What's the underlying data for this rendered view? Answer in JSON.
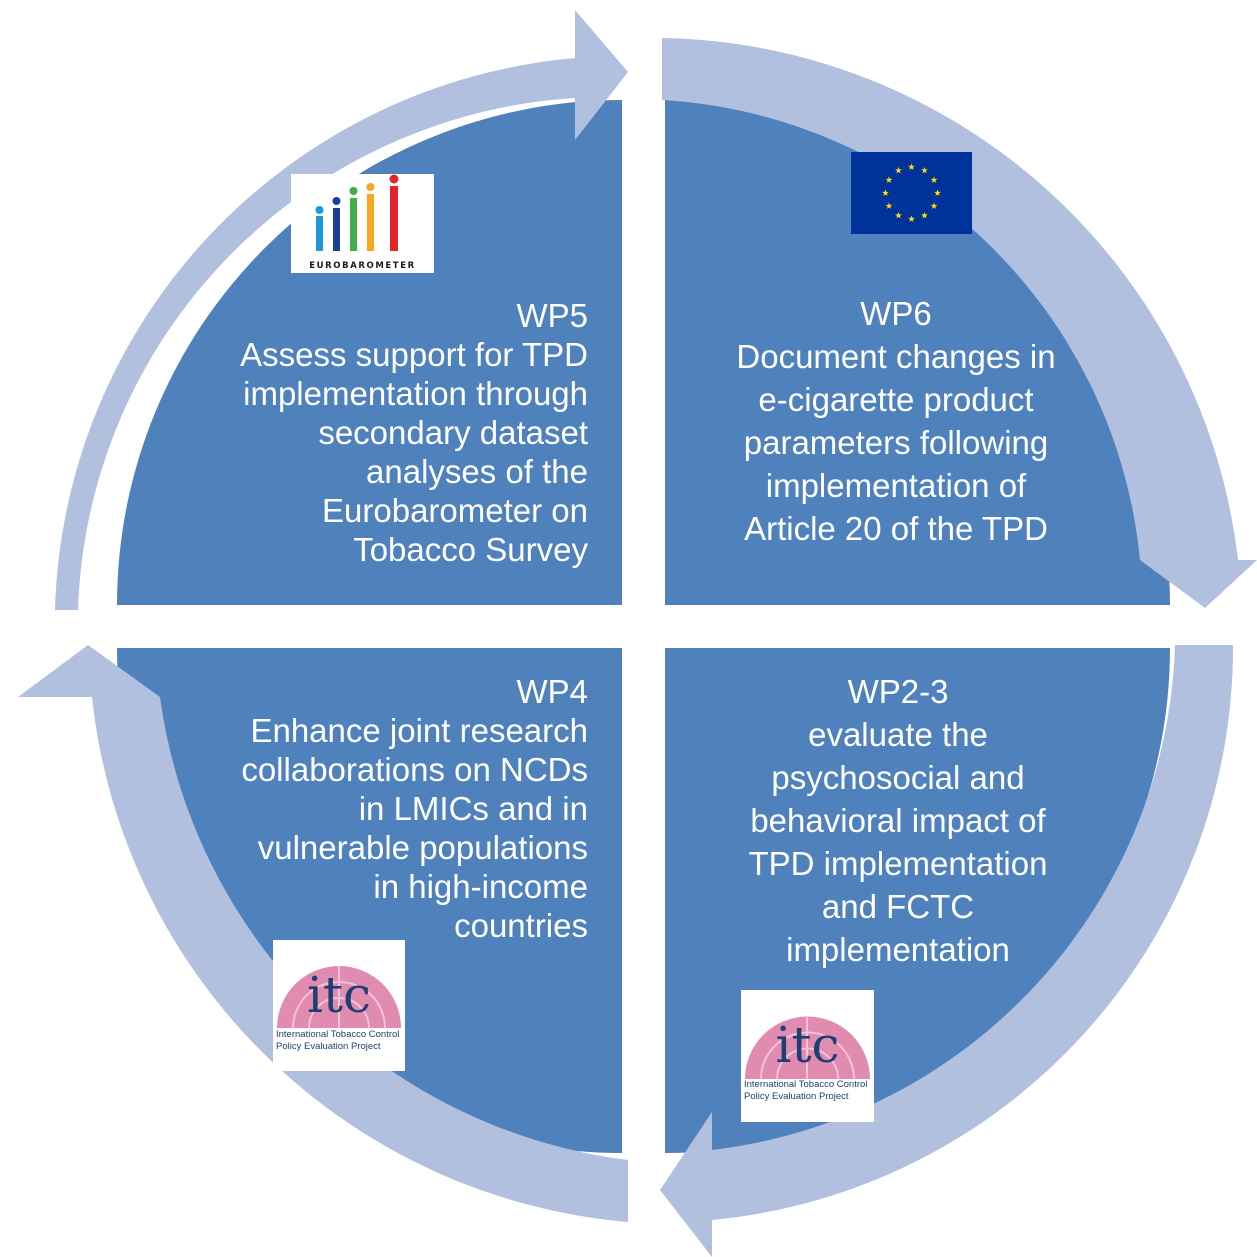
{
  "colors": {
    "quadrant_fill": "#4f81bd",
    "ring_arrow": "#b0c0de",
    "text": "#ffffff",
    "eu_blue": "#003399",
    "eu_star": "#ffdd00",
    "itc_pink": "#e0709f",
    "itc_navy": "#1f3f74"
  },
  "quadrants": {
    "top_left": {
      "title": "WP5",
      "lines": [
        "Assess support for TPD",
        "implementation through",
        "secondary dataset",
        "analyses of the",
        "Eurobarometer on",
        "Tobacco Survey"
      ],
      "logo": "eurobarometer-logo"
    },
    "top_right": {
      "title": "WP6",
      "lines": [
        "Document changes in",
        "e-cigarette product",
        "parameters following",
        "implementation of",
        "Article 20 of the TPD"
      ],
      "logo": "eu-flag-logo"
    },
    "bottom_left": {
      "title": "WP4",
      "lines": [
        "Enhance joint research",
        "collaborations on NCDs",
        "in LMICs and in",
        "vulnerable populations",
        "in high-income",
        "countries"
      ],
      "logo": "itc-logo"
    },
    "bottom_right": {
      "title": "WP2-3",
      "lines": [
        "evaluate the",
        "psychosocial and",
        "behavioral impact of",
        "TPD implementation",
        "and FCTC",
        "implementation"
      ],
      "logo": "itc-logo"
    }
  },
  "logos": {
    "eurobarometer": {
      "caption": "EUROBAROMETER"
    },
    "itc": {
      "word": "itc",
      "caption_lines": [
        "International Tobacco Control",
        "Policy Evaluation Project"
      ]
    }
  },
  "arrows": [
    "clockwise-arrow-top",
    "clockwise-arrow-right",
    "clockwise-arrow-bottom",
    "clockwise-arrow-left"
  ]
}
